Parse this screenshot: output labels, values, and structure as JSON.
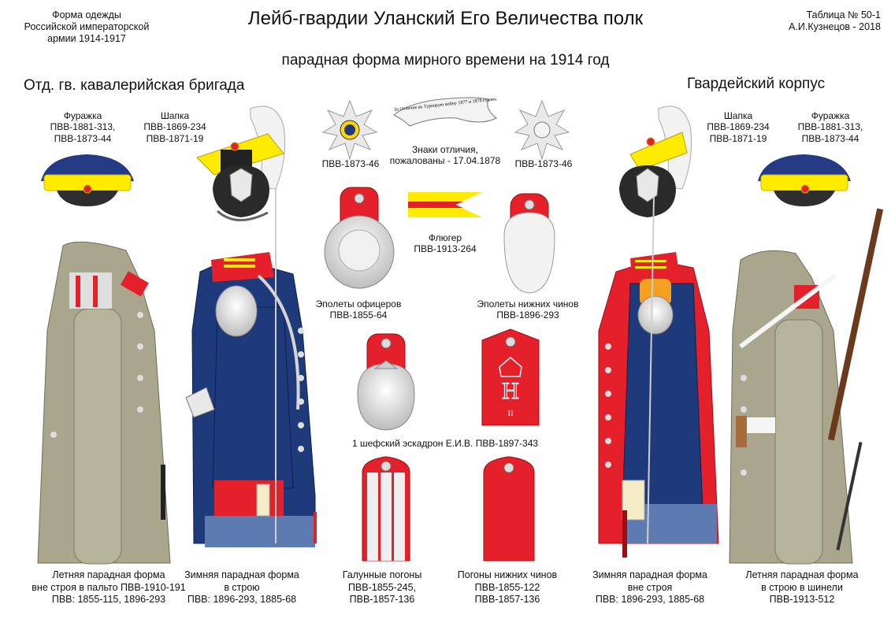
{
  "header": {
    "left": "Форма одежды\nРоссийской императорской\nармии  1914-1917",
    "title": "Лейб-гвардии Уланский Его Величества полк",
    "right": "Таблица № 50-1\nА.И.Кузнецов - 2018",
    "subtitle": "парадная форма мирного времени на 1914 год"
  },
  "units": {
    "left": "Отд. гв. кавалерийская бригада",
    "right": "Гвардейский корпус"
  },
  "labels": {
    "cap_left": "Фуражка\nПВВ-1881-313,\nПВВ-1873-44",
    "shapka_left": "Шапка\nПВВ-1869-234\nПВВ-1871-19",
    "shapka_right": "Шапка\nПВВ-1869-234\nПВВ-1871-19",
    "cap_right": "Фуражка\nПВВ-1881-313,\nПВВ-1873-44",
    "star_left": "ПВВ-1873-46",
    "star_right": "ПВВ-1873-46",
    "distinction": "Знаки отличия,\nпожалованы - 17.04.1878",
    "ribbon_text": "За Отличие въ Турецкую войну\n1877 и 1878 годовъ.",
    "pennant": "Флюгер\nПВВ-1913-264",
    "epaulettes_officers": "Эполеты офицеров\nПВВ-1855-64",
    "epaulettes_ranks": "Эполеты нижних чинов\nПВВ-1896-293",
    "squadron": "1 шефский эскадрон  Е.И.В. ПВВ-1897-343",
    "cipher_letter": "Н",
    "cipher_numeral": "II"
  },
  "captions": {
    "c1": "Летняя парадная форма\nвне строя в пальто ПВВ-1910-191\nПВВ: 1855-115, 1896-293",
    "c2": "Зимняя парадная форма\nв строю\nПВВ: 1896-293, 1885-68",
    "c3": "Галунные погоны\nПВВ-1855-245,\nПВВ-1857-136",
    "c4": "Погоны нижних чинов\nПВВ-1855-122\nПВВ-1857-136",
    "c5": "Зимняя парадная форма\nвне  строя\nПВВ: 1896-293, 1885-68",
    "c6": "Летняя парадная форма\nв строю в шинели\nПВВ-1913-512"
  },
  "colors": {
    "tunic_blue": "#1f3a7a",
    "facing_red": "#e4202a",
    "cap_yellow": "#ffeb00",
    "greatcoat_grey": "#a9a68d",
    "trousers_grey": "#5d7bb0",
    "silver": "#d9d9d9"
  }
}
